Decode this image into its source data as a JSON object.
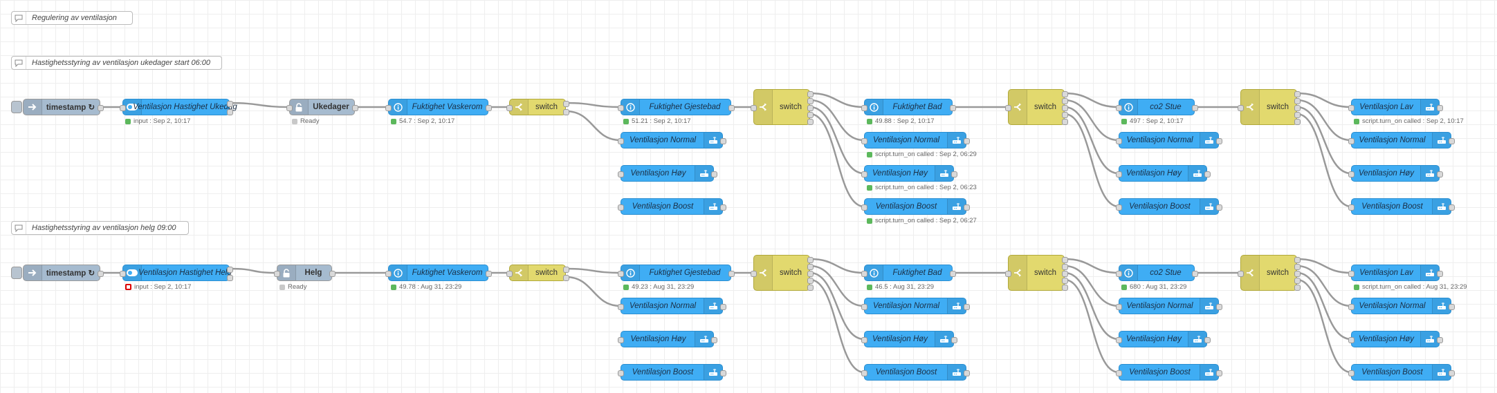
{
  "comments": [
    "Regulering av ventilasjon",
    "Hastighetsstyring av ventilasjon ukedager start 06:00",
    "Hastighetsstyring av ventilasjon helg 09:00"
  ],
  "flows": [
    {
      "inject": {
        "label": "timestamp ↻"
      },
      "state": {
        "label": "Ventilasjon Hastighet Ukedag",
        "status": "input : Sep 2, 10:17",
        "status_color": "green"
      },
      "gate": {
        "label": "Ukedager",
        "status": "Ready"
      },
      "sensor1": {
        "label": "Fuktighet Vaskerom",
        "status": "54.7 : Sep 2, 10:17"
      },
      "switch1": {
        "label": "switch"
      },
      "sensor2": {
        "label": "Fuktighet Gjestebad",
        "status": "51.21 : Sep 2, 10:17"
      },
      "out2": [
        {
          "label": "Ventilasjon Normal"
        },
        {
          "label": "Ventilasjon Høy"
        },
        {
          "label": "Ventilasjon Boost"
        }
      ],
      "switch2": {
        "label": "switch"
      },
      "sensor3": {
        "label": "Fuktighet Bad",
        "status": "49.88 : Sep 2, 10:17"
      },
      "out3": [
        {
          "label": "Ventilasjon Normal",
          "status": "script.turn_on called : Sep 2, 06:29"
        },
        {
          "label": "Ventilasjon Høy",
          "status": "script.turn_on called : Sep 2, 06:23"
        },
        {
          "label": "Ventilasjon Boost",
          "status": "script.turn_on called : Sep 2, 06:27"
        }
      ],
      "switch3": {
        "label": "switch"
      },
      "sensor4": {
        "label": "co2 Stue",
        "status": "497 : Sep 2, 10:17"
      },
      "out4": [
        {
          "label": "Ventilasjon Normal"
        },
        {
          "label": "Ventilasjon Høy"
        },
        {
          "label": "Ventilasjon Boost"
        }
      ],
      "switch4": {
        "label": "switch"
      },
      "out5": [
        {
          "label": "Ventilasjon Lav",
          "status": "script.turn_on called : Sep 2, 10:17"
        },
        {
          "label": "Ventilasjon Normal"
        },
        {
          "label": "Ventilasjon Høy"
        },
        {
          "label": "Ventilasjon Boost"
        }
      ]
    },
    {
      "inject": {
        "label": "timestamp ↻"
      },
      "state": {
        "label": "Ventilasjon Hastighet Helg",
        "status": "input : Sep 2, 10:17",
        "status_color": "red"
      },
      "gate": {
        "label": "Helg",
        "status": "Ready"
      },
      "sensor1": {
        "label": "Fuktighet Vaskerom",
        "status": "49.78 : Aug 31, 23:29"
      },
      "switch1": {
        "label": "switch"
      },
      "sensor2": {
        "label": "Fuktighet Gjestebad",
        "status": "49.23 : Aug 31, 23:29"
      },
      "out2": [
        {
          "label": "Ventilasjon Normal"
        },
        {
          "label": "Ventilasjon Høy"
        },
        {
          "label": "Ventilasjon Boost"
        }
      ],
      "switch2": {
        "label": "switch"
      },
      "sensor3": {
        "label": "Fuktighet Bad",
        "status": "46.5 : Aug 31, 23:29"
      },
      "out3": [
        {
          "label": "Ventilasjon Normal"
        },
        {
          "label": "Ventilasjon Høy"
        },
        {
          "label": "Ventilasjon Boost"
        }
      ],
      "switch3": {
        "label": "switch"
      },
      "sensor4": {
        "label": "co2 Stue",
        "status": "680 : Aug 31, 23:29"
      },
      "out4": [
        {
          "label": "Ventilasjon Normal"
        },
        {
          "label": "Ventilasjon Høy"
        },
        {
          "label": "Ventilasjon Boost"
        }
      ],
      "switch4": {
        "label": "switch"
      },
      "out5": [
        {
          "label": "Ventilasjon Lav",
          "status": "script.turn_on called : Aug 31, 23:29"
        },
        {
          "label": "Ventilasjon Normal"
        },
        {
          "label": "Ventilasjon Høy"
        },
        {
          "label": "Ventilasjon Boost"
        }
      ]
    }
  ],
  "colors": {
    "ha_node": "#3fadf4",
    "switch_node": "#e2d96e",
    "inject_node": "#a6bbcf",
    "status_ok": "#5cb85c",
    "status_error": "#dd0000",
    "wire": "#999999"
  }
}
